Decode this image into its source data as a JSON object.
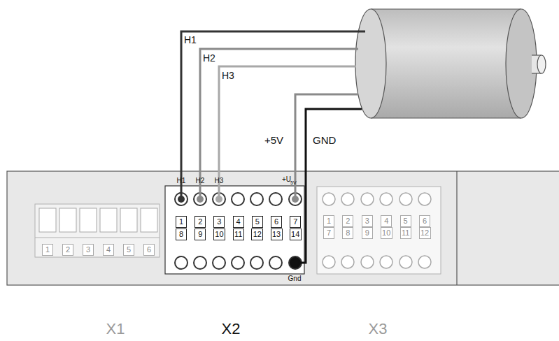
{
  "diagram": {
    "nodes": [
      {
        "text": [
          "1"
        ]
      },
      {
        "text": [
          "2"
        ]
      },
      {
        "text": [
          "3"
        ]
      },
      {
        "text": [
          "4"
        ]
      },
      {
        "text": [
          "5"
        ]
      },
      {
        "text": [
          "6"
        ]
      },
      {
        "text": [
          "1"
        ]
      },
      {
        "text": [
          "2"
        ]
      },
      {
        "text": [
          "3"
        ]
      },
      {
        "text": [
          "4"
        ]
      },
      {
        "text": [
          "5"
        ]
      },
      {
        "text": [
          "6"
        ]
      },
      {
        "text": [
          "7"
        ]
      },
      {
        "text": [
          "8"
        ]
      },
      {
        "text": [
          "9"
        ]
      },
      {
        "text": [
          "10"
        ]
      },
      {
        "text": [
          "11"
        ]
      },
      {
        "text": [
          "12"
        ]
      },
      {
        "text": [
          "13"
        ]
      },
      {
        "text": [
          "14"
        ]
      },
      {
        "text": [
          "1"
        ]
      },
      {
        "text": [
          "2"
        ]
      },
      {
        "text": [
          "3"
        ]
      },
      {
        "text": [
          "4"
        ]
      },
      {
        "text": [
          "5"
        ]
      },
      {
        "text": [
          "6"
        ]
      },
      {
        "text": [
          "7"
        ]
      },
      {
        "text": [
          "8"
        ]
      },
      {
        "text": [
          "9"
        ]
      },
      {
        "text": [
          "10"
        ]
      },
      {
        "text": [
          "11"
        ]
      },
      {
        "text": [
          "12"
        ]
      }
    ],
    "labels": [
      "H1",
      "H2",
      "H3",
      "+5V",
      "GND",
      "H1",
      "H2",
      "H3",
      "+U",
      "5V",
      "Gnd",
      "X1",
      "X2",
      "X3"
    ]
  }
}
